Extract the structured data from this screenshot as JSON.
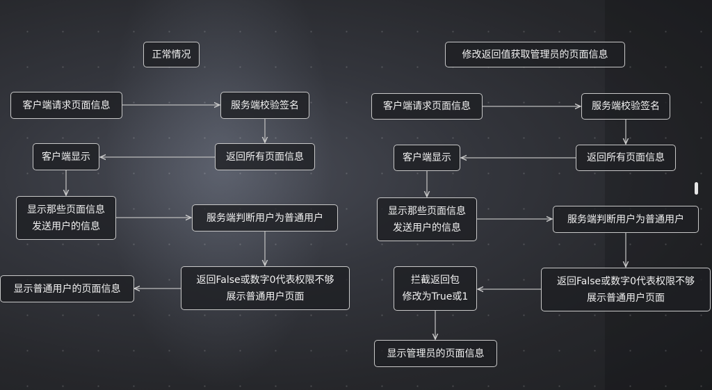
{
  "left": {
    "title": "正常情况",
    "client_request": "客户端请求页面信息",
    "server_verify": "服务端校验签名",
    "client_display": "客户端显示",
    "return_all": "返回所有页面信息",
    "show_send": [
      "显示那些页面信息",
      "发送用户的信息"
    ],
    "server_judge": "服务端判断用户为普通用户",
    "return_false": [
      "返回False或数字0代表权限不够",
      "展示普通用户页面"
    ],
    "show_normal": "显示普通用户的页面信息"
  },
  "right": {
    "title": "修改返回值获取管理员的页面信息",
    "client_request": "客户端请求页面信息",
    "server_verify": "服务端校验签名",
    "client_display": "客户端显示",
    "return_all": "返回所有页面信息",
    "show_send": [
      "显示那些页面信息",
      "发送用户的信息"
    ],
    "server_judge": "服务端判断用户为普通用户",
    "return_false": [
      "返回False或数字0代表权限不够",
      "展示普通用户页面"
    ],
    "intercept": [
      "拦截返回包",
      "修改为True或1"
    ],
    "show_admin": "显示管理员的页面信息"
  }
}
